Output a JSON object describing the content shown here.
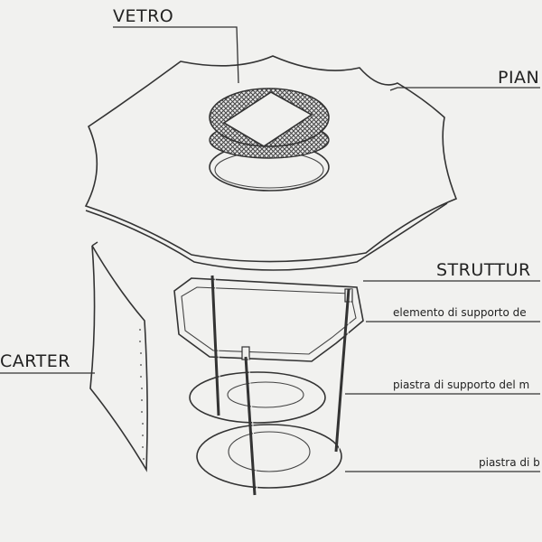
{
  "labels": {
    "vetro": "VETRO",
    "piano": "PIAN",
    "struttura": "STRUTTUR",
    "elemento_supporto": "elemento di supporto de",
    "carter": "CARTER",
    "piastra_supporto": "piastra di supporto del m",
    "piastra_base": "piastra di b"
  },
  "colors": {
    "background": "#f1f1ef",
    "ink": "#2a2a2a",
    "mesh": "#555555"
  }
}
